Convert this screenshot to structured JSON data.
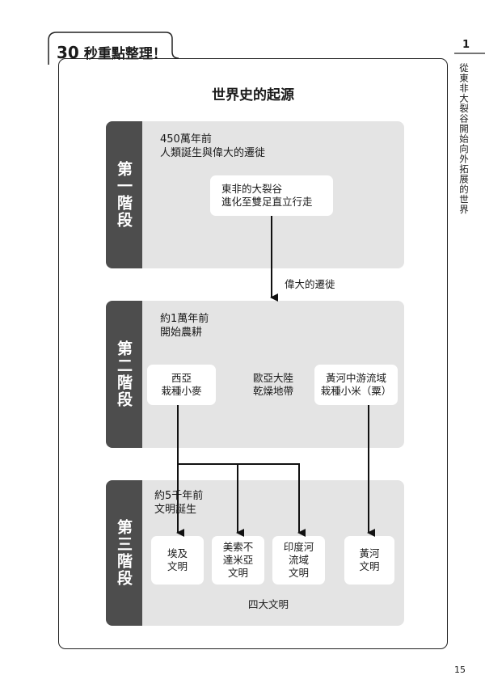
{
  "header": {
    "number": "30",
    "label": "秒重點整理！"
  },
  "title": "世界史的起源",
  "stages": [
    {
      "tag": "第一階段",
      "head1": "450萬年前",
      "head2": "人類誕生與偉大的遷徙"
    },
    {
      "tag": "第二階段",
      "head1": "約1萬年前",
      "head2": "開始農耕"
    },
    {
      "tag": "第三階段",
      "head1": "約5千年前",
      "head2": "文明誕生"
    }
  ],
  "boxes": {
    "rift": "東非的大裂谷\n進化至雙足直立行走",
    "west_asia": "西亞\n栽種小麥",
    "yellow_river_mid": "黃河中游流域\n栽種小米（粟）",
    "egypt": "埃及\n文明",
    "mesopotamia": "美索不\n達米亞\n文明",
    "indus": "印度河\n流域\n文明",
    "yellow_river": "黃河\n文明"
  },
  "labels": {
    "migration": "偉大的遷徙",
    "eurasia": "歐亞大陸\n乾燥地帶",
    "four_civs": "四大文明"
  },
  "side": {
    "chapter": "1",
    "text": "從東非大裂谷開始向外拓展的世界"
  },
  "page_number": "15"
}
